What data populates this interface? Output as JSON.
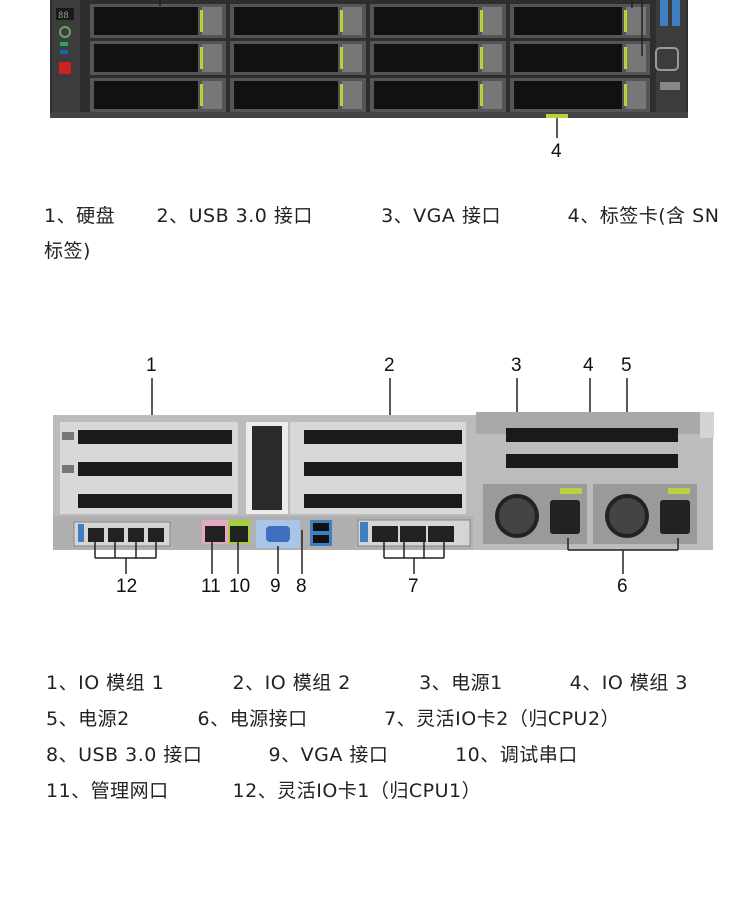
{
  "front": {
    "callouts": {
      "c4": "4"
    },
    "legend": {
      "line1": [
        "1、硬盘",
        "2、USB 3.0 接口",
        "3、VGA 接口",
        "4、标签卡(含 SN"
      ],
      "line2": "标签)"
    }
  },
  "rear": {
    "callouts": [
      "1",
      "2",
      "3",
      "4",
      "5",
      "12",
      "11",
      "10",
      "9",
      "8",
      "7",
      "6"
    ],
    "legend": {
      "row1": [
        "1、IO 模组 1",
        "2、IO 模组 2",
        "3、电源1",
        "4、IO 模组 3"
      ],
      "row2": [
        "5、电源2",
        "6、电源接口",
        "7、灵活IO卡2（归CPU2）"
      ],
      "row3": [
        "8、USB 3.0 接口",
        "9、VGA 接口",
        "10、调试串口"
      ],
      "row4": [
        "11、管理网口",
        "12、灵活IO卡1（归CPU1）"
      ]
    }
  },
  "colors": {
    "chassis": "#3a3a3a",
    "bezel": "#2b2b2b",
    "accent_green": "#b7d23a",
    "port_blue": "#3f7fbf",
    "port_pink": "#e6a7c4"
  }
}
